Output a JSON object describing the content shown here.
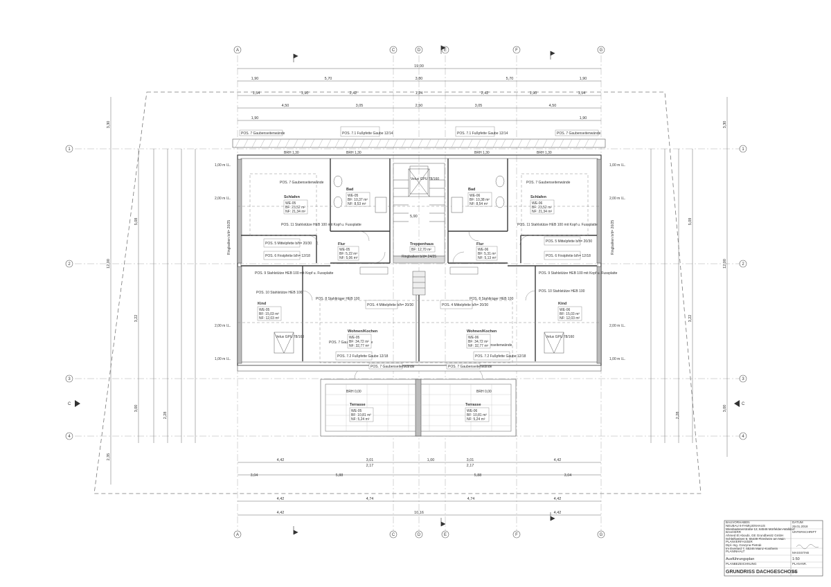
{
  "drawing": {
    "axes_top": [
      "A",
      "C",
      "D",
      "E",
      "F",
      "G"
    ],
    "axes_side": [
      "1",
      "2",
      "3",
      "4"
    ],
    "section_marks": [
      "C",
      "C"
    ],
    "overall_width": "19,00",
    "overall_depth": "12,00",
    "dims_top_1": [
      "1,90",
      "5,70",
      "3,80",
      "5,70",
      "1,90"
    ],
    "dims_top_2": [
      "4,50",
      "3,05",
      "2,50",
      "3,05",
      "4,50"
    ],
    "dims_top_3": [
      "1,54",
      "1,90",
      "2,42",
      "1,24",
      "2,42",
      "1,90",
      "1,54"
    ],
    "dims_bottom_1": [
      "4,42",
      "3,01",
      "1,00",
      "3,01",
      "4,42"
    ],
    "dims_bottom_2": [
      "3,04",
      "5,88",
      "5,88",
      "3,04"
    ],
    "dims_bottom_3": [
      "4,42",
      "4,74",
      "4,74",
      "4,42"
    ],
    "dims_bottom_4": [
      "4,42",
      "10,16",
      "4,42"
    ],
    "dims_bottom_mid": "2,17",
    "dims_left": [
      "3,30",
      "5,08",
      "3,22",
      "3,00",
      "2,28",
      "2,35"
    ],
    "dims_right": [
      "3,30",
      "5,09",
      "3,22",
      "3,00",
      "2,28"
    ],
    "elev_marks": [
      "1,00 m l.L.",
      "2,00 m l.L.",
      "2,00 m l.L.",
      "1,00 m l.L."
    ],
    "elev_marks_right": [
      "1,00 m l.L.",
      "2,00 m l.L.",
      "2,00 m l.L.",
      "1,00 m l.L."
    ],
    "stair_height": "5,90",
    "brh": [
      "BRH 1,30",
      "BRH 1,30",
      "BRH 1,30",
      "BRH 1,30"
    ],
    "brh_bottom": [
      "BRH 0,00",
      "BRH 0,00"
    ],
    "pos_labels": {
      "gaube_left": "POS. 7 Gaubenseitenwände",
      "gaube_right": "POS. 7 Gaubenseitenwände",
      "fuss_left": "POS. 7.1 Fußpfette Gaube 12/14",
      "fuss_right": "POS. 7.1 Fußpfette Gaube 12/14",
      "stiel_left": "POS. 11 Stahlstütze HEB 100 mit Kopf u. Fussplatte",
      "stiel_right": "POS. 11 Stahlstütze HEB 100 mit Kopf u. Fussplatte",
      "mittel_left": "POS. 5 Mittelpfette b/h= 20/30",
      "mittel_right": "POS. 5 Mittelpfette b/h= 20/30",
      "first_left": "POS. 6 Firstpfette b/h= 12/18",
      "first_right": "POS. 6 Firstpfette b/h= 12/18",
      "stahl9_left": "POS. 9 Stahlstütze HEB 100 mit Kopf u. Fussplatte",
      "stahl9_right": "POS. 9 Stahlstütze HEB 100 mit Kopf u. Fussplatte",
      "stahl10_left": "POS. 10 Stahlstütze HEB 100",
      "stahl10_right": "POS. 10 Stahlstütze HEB 100",
      "traeger_left": "POS. 8 Stahlträger HEB 100",
      "traeger_right": "POS. 8 Stahlträger HEB 100",
      "mittel4_left": "POS. 4 Mittelpfette b/h= 20/30",
      "mittel4_right": "POS. 4 Mittelpfette b/h= 20/30",
      "gaube72_left": "POS. 7.2 Fußpfette Gaube 12/18",
      "gaube72_right": "POS. 7.2 Fußpfette Gaube 12/18",
      "gaubewand_left": "POS. 7 Gaubenseitenwände",
      "gaubewand_right": "POS. 7 Gaubenseitenwände",
      "ringbalken_left": "Ringbalken b/d= 20/25",
      "ringbalken_right": "Ringbalken b/d= 20/25",
      "ringbalken_mid": "Ringbalken b/d= 24/25"
    },
    "rooms": [
      {
        "name": "Schlafen",
        "unit": "WE-05",
        "bf": "BF: 23,52 m²",
        "nf": "NF: 21,34 m²"
      },
      {
        "name": "Bad",
        "unit": "WE-05",
        "bf": "BF: 10,37 m²",
        "nf": "NF: 8,53 m²"
      },
      {
        "name": "Flur",
        "unit": "WE-05",
        "bf": "BF: 5,22 m²",
        "nf": "NF: 5,06 m²"
      },
      {
        "name": "Treppenhaus",
        "unit": "",
        "bf": "BF: 12,70 m²",
        "nf": ""
      },
      {
        "name": "Flur",
        "unit": "WE-06",
        "bf": "BF: 5,31 m²",
        "nf": "NF: 5,13 m²"
      },
      {
        "name": "Bad",
        "unit": "WE-06",
        "bf": "BF: 10,38 m²",
        "nf": "NF: 8,54 m²"
      },
      {
        "name": "Schlafen",
        "unit": "WE-06",
        "bf": "BF: 23,52 m²",
        "nf": "NF: 21,34 m²"
      },
      {
        "name": "Kind",
        "unit": "WE-05",
        "bf": "BF: 15,03 m²",
        "nf": "NF: 12,03 m²"
      },
      {
        "name": "Wohnen/Kochen",
        "unit": "WE-05",
        "bf": "BF: 34,72 m²",
        "nf": "NF: 32,77 m²"
      },
      {
        "name": "Wohnen/Kochen",
        "unit": "WE-06",
        "bf": "BF: 34,72 m²",
        "nf": "NF: 32,77 m²"
      },
      {
        "name": "Kind",
        "unit": "WE-06",
        "bf": "BF: 15,03 m²",
        "nf": "NF: 12,03 m²"
      },
      {
        "name": "Terrasse",
        "unit": "WE-05",
        "bf": "BF: 10,81 m²",
        "nf": "NF: 5,24 m²"
      },
      {
        "name": "Terrasse",
        "unit": "WE-06",
        "bf": "BF: 10,81 m²",
        "nf": "NF: 5,24 m²"
      }
    ],
    "windows": [
      "Velux GPU 78/160",
      "Velux GPU 78/160",
      "Velux GPU 78/160"
    ],
    "colors": {
      "wall": "#3a3a3a",
      "line": "#555555",
      "light": "#9a9a9a",
      "hatch": "#b5b5b5"
    }
  },
  "title_block": {
    "project_label": "BAUVORHABEN",
    "project": "NEUBAU 6-FAMILIENHAUS",
    "address": "Wiesbadenerstraße 12, 64546 Mörfelden-Walldorf",
    "client_label": "BAUHERR",
    "client_1": "Ahmed El Aboubi, GE Grundbesitz GmbH",
    "client_2": "Schleifweisen 6, 65439 Flörsheim am Main",
    "planner_label": "PLANVERFASSER",
    "planner_1": "Dipl.-Ing. Grazyna Pietrak",
    "planner_2": "Im Everlard 7, 55246 Mainz-Kostheim",
    "date_label": "DATUM",
    "date": "29.01.2018",
    "sign_label": "UNTERSCHRIFT",
    "phase_label": "PLANINHALT",
    "phase": "Ausführungsplan",
    "scale_label": "MASSSTAB",
    "scale": "1:50",
    "title_label": "PLANBEZEICHNUNG",
    "title": "GRUNDRISS DACHGESCHOSS",
    "plan_no_label": "PLAN-NR.",
    "plan_no": "04"
  }
}
